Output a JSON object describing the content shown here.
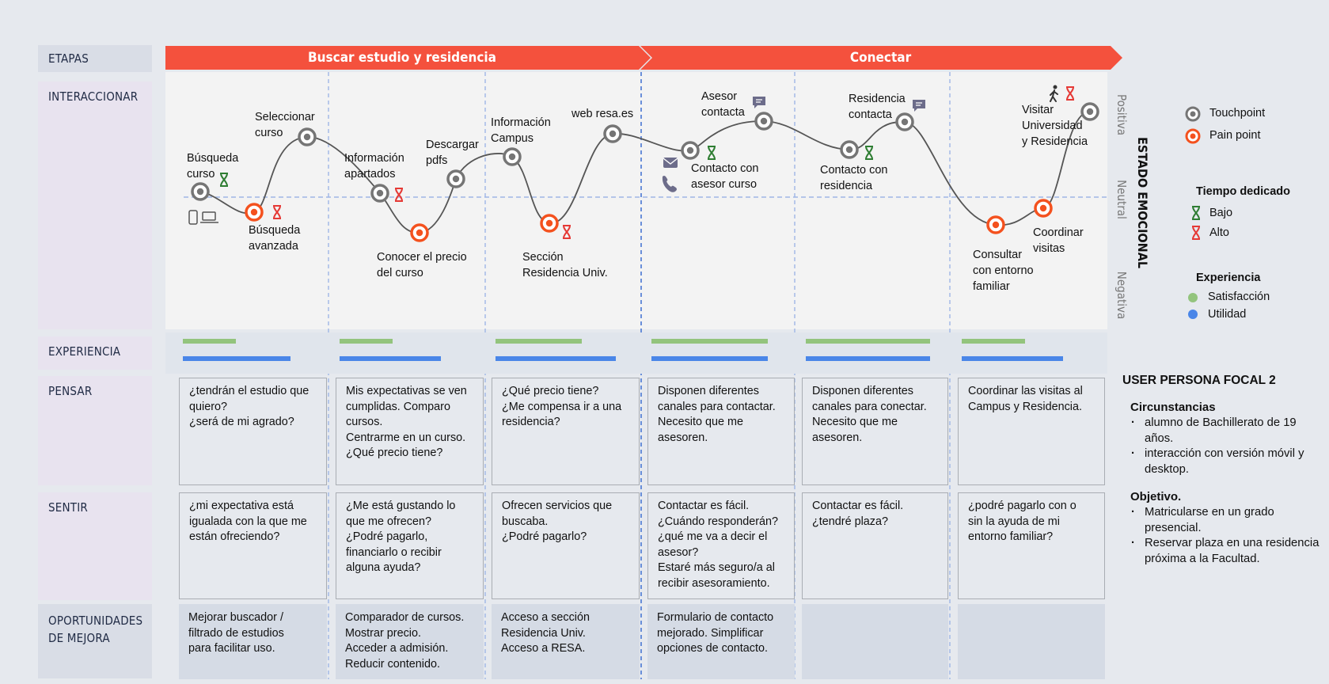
{
  "rows": {
    "etapas": "ETAPAS",
    "interaccionar": "INTERACCIONAR",
    "experiencia": "EXPERIENCIA",
    "pensar": "PENSAR",
    "sentir": "SENTIR",
    "oportunidades": "OPORTUNIDADES\nDE MEJORA"
  },
  "stages": [
    "Buscar estudio y residencia",
    "Conectar"
  ],
  "emotion_axis": {
    "title": "ESTADO  EMOCIONAL",
    "positive": "Positiva",
    "neutral": "Neutral",
    "negative": "Negativa"
  },
  "touchpoints": [
    {
      "label": [
        "Búsqueda",
        "curso"
      ],
      "type": "touchpoint",
      "time": "bajo"
    },
    {
      "label": [
        "Búsqueda",
        "avanzada"
      ],
      "type": "pain",
      "time": "alto"
    },
    {
      "label": [
        "Seleccionar",
        "curso"
      ],
      "type": "touchpoint"
    },
    {
      "label": [
        "Información",
        "apartados"
      ],
      "type": "touchpoint",
      "time": "alto"
    },
    {
      "label": [
        "Conocer el precio",
        "del curso"
      ],
      "type": "pain"
    },
    {
      "label": [
        "Descargar",
        "pdfs"
      ],
      "type": "touchpoint"
    },
    {
      "label": [
        "Información",
        "Campus"
      ],
      "type": "touchpoint"
    },
    {
      "label": [
        "Sección",
        "Residencia Univ."
      ],
      "type": "pain",
      "time": "alto"
    },
    {
      "label": [
        "web resa.es"
      ],
      "type": "touchpoint"
    },
    {
      "label": [
        "Contacto con",
        "asesor curso"
      ],
      "type": "touchpoint",
      "time": "bajo"
    },
    {
      "label": [
        "Asesor",
        "contacta"
      ],
      "type": "touchpoint"
    },
    {
      "label": [
        "Contacto con",
        "residencia"
      ],
      "type": "touchpoint",
      "time": "bajo"
    },
    {
      "label": [
        "Residencia",
        "contacta"
      ],
      "type": "touchpoint"
    },
    {
      "label": [
        "Consultar",
        "con entorno",
        "familiar"
      ],
      "type": "pain"
    },
    {
      "label": [
        "Coordinar",
        "visitas"
      ],
      "type": "pain"
    },
    {
      "label": [
        "Visitar",
        "Universidad",
        "y Residencia"
      ],
      "type": "touchpoint",
      "time": "alto"
    }
  ],
  "legend": {
    "touchpoint": "Touchpoint",
    "pain_point": "Pain point",
    "time_title": "Tiempo dedicado",
    "time_low": "Bajo",
    "time_high": "Alto",
    "exp_title": "Experiencia",
    "satisfaction": "Satisfacción",
    "utility": "Utilidad",
    "colors": {
      "satisfaction": "#93c47d",
      "utility": "#4a86e8",
      "pain": "#f4511e",
      "touchpoint": "#757575",
      "stage": "#f4513d"
    }
  },
  "experience": [
    {
      "satisfaction": 0.42,
      "utility": 0.85
    },
    {
      "satisfaction": 0.42,
      "utility": 0.8
    },
    {
      "satisfaction": 0.68,
      "utility": 0.95
    },
    {
      "satisfaction": 0.92,
      "utility": 0.92
    },
    {
      "satisfaction": 0.98,
      "utility": 0.98
    },
    {
      "satisfaction": 0.5,
      "utility": 0.8
    }
  ],
  "pensar": [
    "¿tendrán el estudio que\nquiero?\n¿será de mi agrado?",
    "Mis expectativas se ven\ncumplidas. Comparo\ncursos.\nCentrarme en un curso.\n¿Qué precio tiene?",
    "¿Qué precio tiene?\n¿Me compensa ir a una\nresidencia?",
    "Disponen diferentes\ncanales para contactar.\nNecesito que me\nasesoren.",
    "Disponen diferentes\ncanales para conectar.\nNecesito que me\nasesoren.",
    "Coordinar  las visitas al\nCampus y Residencia."
  ],
  "sentir": [
    "¿mi expectativa está\nigualada con la que me\nestán ofreciendo?",
    "¿Me está gustando lo\nque me ofrecen?\n¿Podré pagarlo,\nfinanciarlo o recibir\nalguna ayuda?",
    "Ofrecen servicios que\nbuscaba.\n¿Podré pagarlo?",
    "Contactar es fácil.\n¿Cuándo responderán?\n¿qué me va a decir el\nasesor?\nEstaré más seguro/a al\nrecibir asesoramiento.",
    "Contactar es fácil.\n¿tendré plaza?",
    "¿podré pagarlo con o\nsin la ayuda de mi\nentorno familiar?"
  ],
  "oportunidades": [
    "Mejorar buscador /\nfiltrado de estudios\npara facilitar uso.",
    "Comparador de cursos.\nMostrar precio.\nAcceder a admisión.\nReducir contenido.",
    "Acceso a sección\nResidencia Univ.\nAcceso a RESA.",
    "Formulario de contacto\nmejorado. Simplificar\nopciones de contacto.",
    "",
    ""
  ],
  "persona": {
    "title": "USER PERSONA FOCAL 2",
    "circ_title": "Circunstancias",
    "circ": [
      "alumno de Bachillerato de 19 años.",
      "interacción con versión móvil y desktop."
    ],
    "obj_title": "Objetivo",
    "obj": [
      "Matricularse en un grado presencial.",
      "Reservar plaza en una residencia próxima a la Facultad."
    ]
  }
}
